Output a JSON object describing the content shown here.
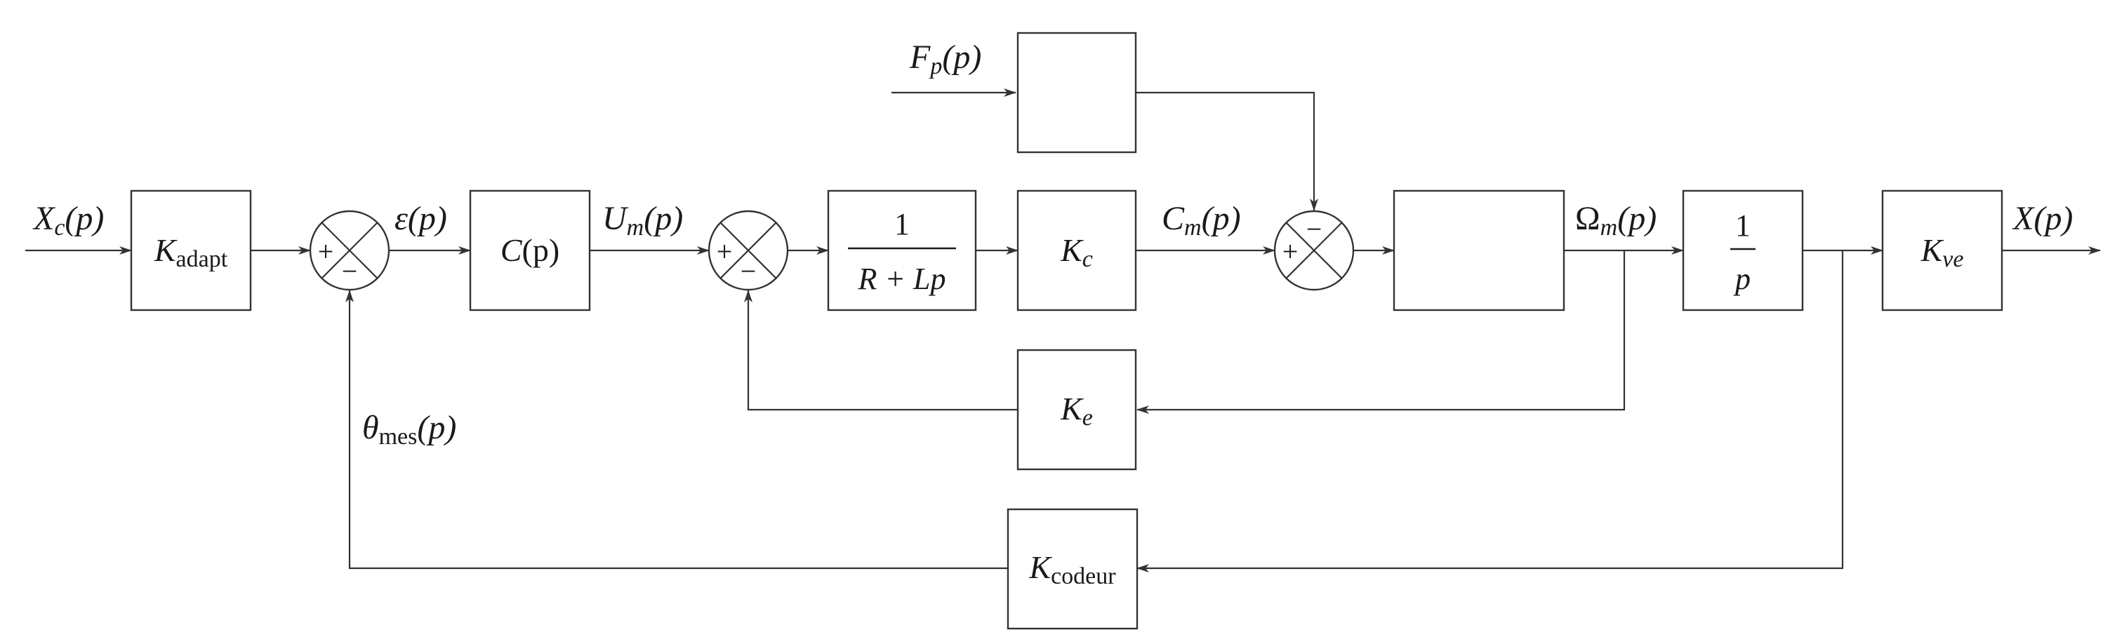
{
  "signals": {
    "xc": {
      "main": "X",
      "sub": "c",
      "arg": "(p)"
    },
    "eps": {
      "main": "ε",
      "arg": "(p)"
    },
    "um": {
      "main": "U",
      "sub": "m",
      "arg": "(p)"
    },
    "cm": {
      "main": "C",
      "sub": "m",
      "arg": "(p)"
    },
    "om": {
      "main": "Ω",
      "sub": "m",
      "arg": "(p)"
    },
    "x": {
      "main": "X",
      "arg": "(p)"
    },
    "fp": {
      "main": "F",
      "sub": "p",
      "arg": "(p)"
    },
    "theta": {
      "main": "θ",
      "sub": "mes",
      "arg": "(p)"
    }
  },
  "blocks": {
    "kadapt": {
      "main": "K",
      "sub": "adapt"
    },
    "cp": {
      "main": "C",
      "arg": "(p)"
    },
    "elec": {
      "num": "1",
      "den": "R + Lp"
    },
    "kc": {
      "main": "K",
      "sub": "c"
    },
    "integ": {
      "num": "1",
      "den": "p"
    },
    "kve": {
      "main": "K",
      "sub": "ve"
    },
    "ke": {
      "main": "K",
      "sub": "e"
    },
    "kcodeur": {
      "main": "K",
      "sub": "codeur"
    },
    "fpblock": {},
    "mech": {}
  },
  "sums": {
    "s1": {
      "plus": "+",
      "minus": "−"
    },
    "s2": {
      "plus": "+",
      "minus": "−"
    },
    "s3": {
      "plus": "+",
      "minus": "−"
    }
  }
}
